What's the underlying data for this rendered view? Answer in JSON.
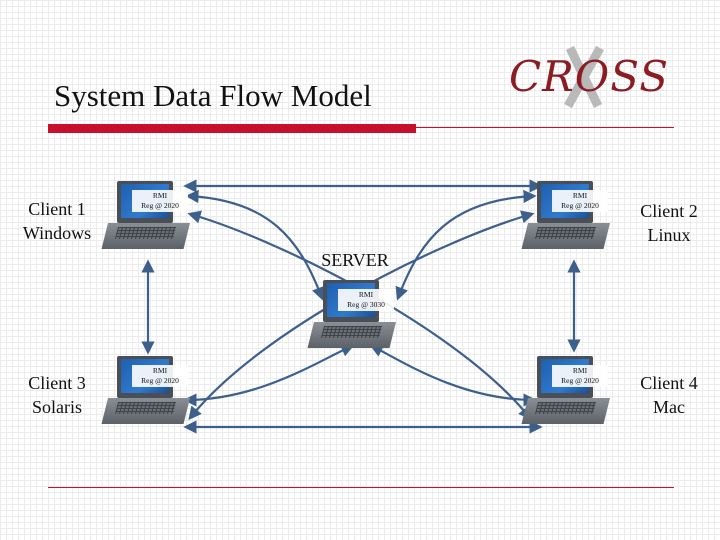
{
  "title": "System Data Flow Model",
  "logo": {
    "text": "CROSS"
  },
  "server": {
    "label": "SERVER",
    "rmi": "RMI",
    "reg": "Reg @ 3030"
  },
  "clients": [
    {
      "id": "c1",
      "line1": "Client 1",
      "line2": "Windows",
      "rmi": "RMI",
      "reg": "Reg @ 2020"
    },
    {
      "id": "c2",
      "line1": "Client 2",
      "line2": "Linux",
      "rmi": "RMI",
      "reg": "Reg @ 2020"
    },
    {
      "id": "c3",
      "line1": "Client 3",
      "line2": "Solaris",
      "rmi": "RMI",
      "reg": "Reg @ 2020"
    },
    {
      "id": "c4",
      "line1": "Client 4",
      "line2": "Mac",
      "rmi": "RMI",
      "reg": "Reg @ 2020"
    }
  ],
  "colors": {
    "accent": "#c8102e",
    "arrow": "#3c5f8c",
    "logo": "#8a1c22"
  }
}
